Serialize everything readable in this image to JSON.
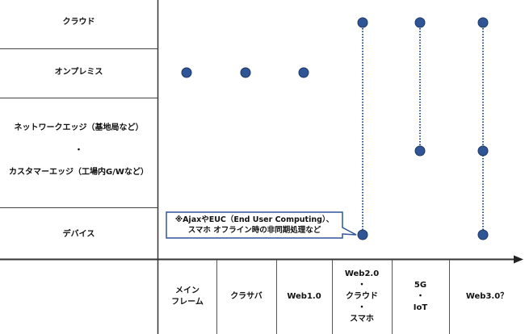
{
  "rows": [
    {
      "label": "クラウド"
    },
    {
      "label": "オンプレミス"
    },
    {
      "label_line1": "ネットワークエッジ（基地局など）",
      "separator": "・",
      "label_line2": "カスタマーエッジ（工場内G/Wなど）"
    },
    {
      "label": "デバイス"
    }
  ],
  "eras": [
    {
      "label": "メイン\nフレーム"
    },
    {
      "label": "クラサバ"
    },
    {
      "label": "Web1.0"
    },
    {
      "label": "Web2.0\n・\nクラウド\n・\nスマホ"
    },
    {
      "label": "5G\n・\nIoT"
    },
    {
      "label": "Web3.0？"
    }
  ],
  "callout": {
    "text": "※AjaxやEUC（End User Computing）、\nスマホ オフライン時の非同期処理など"
  },
  "dots": [
    {
      "era": 0,
      "rows": [
        1
      ]
    },
    {
      "era": 1,
      "rows": [
        1
      ]
    },
    {
      "era": 2,
      "rows": [
        1
      ]
    },
    {
      "era": 3,
      "rows": [
        0,
        3
      ]
    },
    {
      "era": 4,
      "rows": [
        0,
        2
      ]
    },
    {
      "era": 5,
      "rows": [
        0,
        2,
        3
      ]
    }
  ],
  "colors": {
    "dot": "#2f5597",
    "dot_stroke": "#1f3864",
    "line": "#333333",
    "callout_border": "#2f5597"
  }
}
